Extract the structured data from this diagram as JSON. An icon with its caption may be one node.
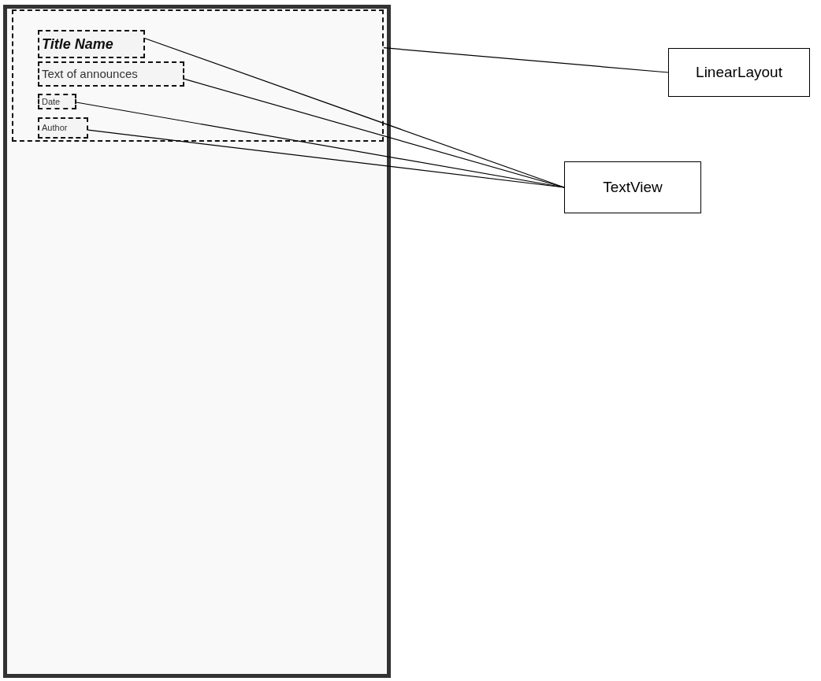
{
  "diagram": {
    "nodes": [
      {
        "text": [],
        "shape": "box"
      },
      {
        "text": [
          "Title Name"
        ],
        "in": 0
      },
      {
        "text": [
          "Text of announces"
        ],
        "in": 0
      },
      {
        "text": [
          "Date"
        ],
        "in": 0
      },
      {
        "text": [
          "Author"
        ],
        "in": 0
      },
      {
        "text": [
          "LinearLayout"
        ]
      },
      {
        "text": [
          "TextView"
        ]
      }
    ],
    "edges": [
      {
        "from": 5,
        "to": 0,
        "arrow": "none"
      },
      {
        "from": 6,
        "to": 1,
        "arrow": "none"
      },
      {
        "from": 6,
        "to": 2,
        "arrow": "none"
      },
      {
        "from": 6,
        "to": 3,
        "arrow": "none"
      },
      {
        "from": 6,
        "to": 4,
        "arrow": "none"
      }
    ]
  }
}
